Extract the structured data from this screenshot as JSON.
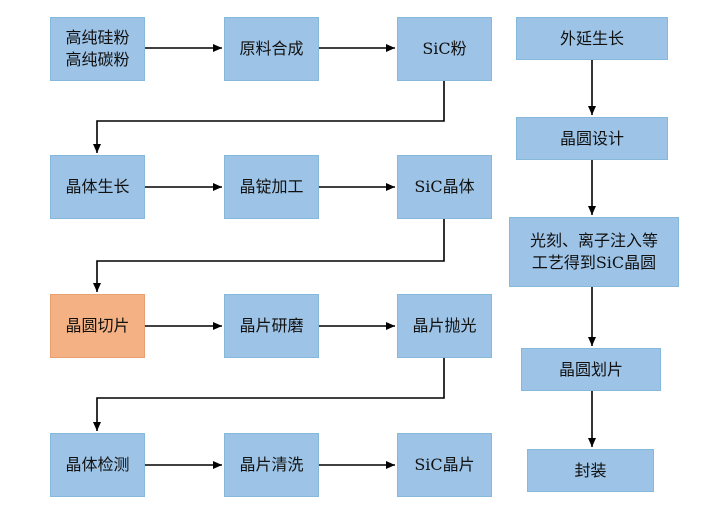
{
  "colors": {
    "box_fill": "#9dc3e6",
    "highlight_fill": "#f4b183",
    "arrow": "#000000"
  },
  "left_flow": [
    {
      "key": "raw_si",
      "text": "高纯硅粉\n高纯碳粉",
      "highlight": false
    },
    {
      "key": "synthesis",
      "text": "原料合成",
      "highlight": false
    },
    {
      "key": "sic_powder",
      "text": "SiC粉",
      "highlight": false
    },
    {
      "key": "crystal_growth",
      "text": "晶体生长",
      "highlight": false
    },
    {
      "key": "ingot_processing",
      "text": "晶锭加工",
      "highlight": false
    },
    {
      "key": "sic_crystal",
      "text": "SiC晶体",
      "highlight": false
    },
    {
      "key": "wafer_cutting",
      "text": "晶圆切片",
      "highlight": true
    },
    {
      "key": "wafer_grinding",
      "text": "晶片研磨",
      "highlight": false
    },
    {
      "key": "wafer_polishing",
      "text": "晶片抛光",
      "highlight": false
    },
    {
      "key": "crystal_inspection",
      "text": "晶体检测",
      "highlight": false
    },
    {
      "key": "wafer_cleaning",
      "text": "晶片清洗",
      "highlight": false
    },
    {
      "key": "sic_wafer",
      "text": "SiC晶片",
      "highlight": false
    }
  ],
  "right_flow": [
    {
      "key": "epitaxy",
      "text": "外延生长",
      "highlight": false
    },
    {
      "key": "wafer_design",
      "text": "晶圆设计",
      "highlight": false
    },
    {
      "key": "lithography_implant",
      "text": "光刻、离子注入等\n工艺得到SiC晶圆",
      "highlight": false
    },
    {
      "key": "wafer_dicing",
      "text": "晶圆划片",
      "highlight": false
    },
    {
      "key": "packaging",
      "text": "封装",
      "highlight": false
    }
  ]
}
